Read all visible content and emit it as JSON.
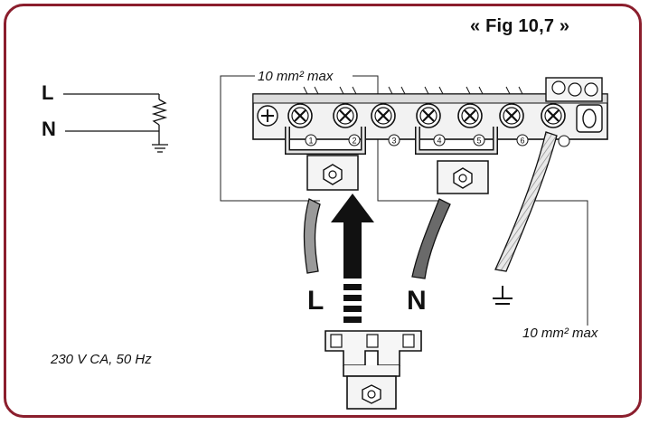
{
  "figure": {
    "title": "« Fig 10,7 »",
    "supply_spec": "230 V CA, 50 Hz",
    "cable_section_top": "10 mm² max",
    "cable_section_bottom": "10 mm² max"
  },
  "schematic": {
    "line_label": "L",
    "neutral_label": "N"
  },
  "cables": {
    "line_label": "L",
    "neutral_label": "N"
  },
  "terminals": {
    "numbers": [
      "1",
      "2",
      "3",
      "4",
      "5",
      "6"
    ]
  },
  "colors": {
    "frame": "#8b1e2d",
    "line_cable": "#9a9a9a",
    "neutral_cable": "#6a6a6a",
    "earth_cable": "#b8b8b8"
  }
}
